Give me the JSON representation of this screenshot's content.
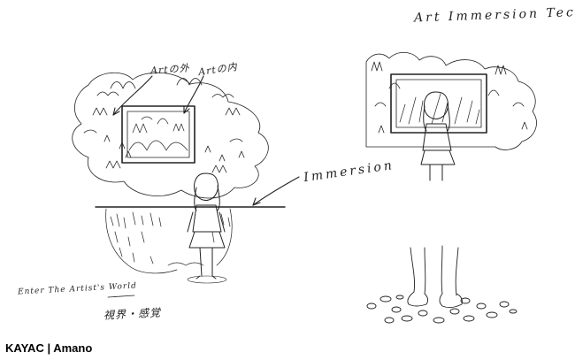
{
  "title": "Art Immersion Tech.",
  "labels": {
    "outside": "Artの外",
    "inside": "Artの内",
    "immersion": "Immersion",
    "enter": "Enter The Artist's World",
    "japanese": "視界・感覚"
  },
  "credit": "KAYAC | Amano"
}
